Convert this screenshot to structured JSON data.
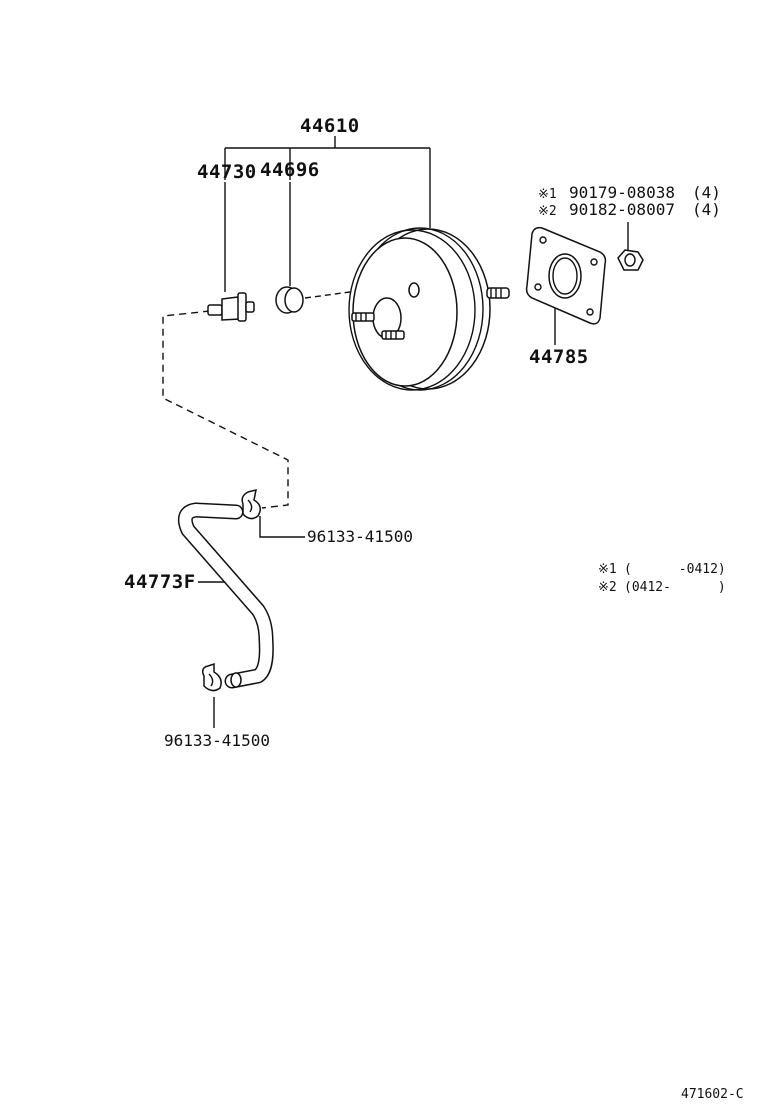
{
  "parts": {
    "booster_assembly": "44610",
    "check_valve": "44730",
    "grommet": "44696",
    "gasket": "44785",
    "hose": "44773F",
    "clip_upper": "96133-41500",
    "clip_lower": "96133-41500",
    "nut_option_1": {
      "mark": "※1",
      "number": "90179-08038",
      "qty": "(4)"
    },
    "nut_option_2": {
      "mark": "※2",
      "number": "90182-08007",
      "qty": "(4)"
    }
  },
  "notes": [
    {
      "mark": "※1",
      "range": "(      -0412)"
    },
    {
      "mark": "※2",
      "range": "(0412-      )"
    }
  ],
  "figure_code": "471602-C"
}
